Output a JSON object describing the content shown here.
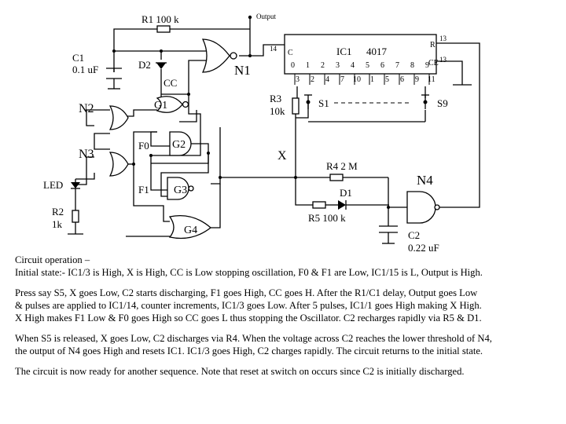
{
  "labels": {
    "r1": "R1 100 k",
    "output": "Output",
    "c1_name": "C1",
    "c1_value": "0.1 uF",
    "d2": "D2",
    "cc": "CC",
    "n1": "N1",
    "ic1": "IC1",
    "ic_part": "4017",
    "pin_c": "C",
    "pin_r": "R",
    "pin_ce": "CE",
    "pin14": "14",
    "pin13a": "13",
    "pin13b": "13",
    "n2": "N2",
    "n3": "N3",
    "g1": "G1",
    "g2": "G2",
    "g3": "G3",
    "g4": "G4",
    "f0": "F0",
    "f1": "F1",
    "led": "LED",
    "r2_name": "R2",
    "r2_value": "1k",
    "r3_name": "R3",
    "r3_value": "10k",
    "s1": "S1",
    "s9": "S9",
    "x": "X",
    "r4": "R4  2 M",
    "d1": "D1",
    "n4": "N4",
    "r5": "R5  100 k",
    "c2_name": "C2",
    "c2_value": "0.22 uF"
  },
  "outputs_top": [
    "0",
    "1",
    "2",
    "3",
    "4",
    "5",
    "6",
    "7",
    "8",
    "9"
  ],
  "pins_bottom": [
    "3",
    "2",
    "4",
    "7",
    "10",
    "1",
    "5",
    "6",
    "9",
    "11"
  ],
  "notes": {
    "heading": "Circuit operation –",
    "initial": "Initial state:-     IC1/3 is High, X is High, CC is Low stopping oscillation, F0 & F1 are Low, IC1/15 is L, Output is High.",
    "p1_l1": "Press say S5, X goes Low, C2 starts discharging, F1 goes High, CC goes H.  After the R1/C1 delay, Output goes Low",
    "p1_l2": "& pulses are  applied to IC1/14, counter increments, IC1/3 goes Low.  After 5 pulses, IC1/1 goes High making X High.",
    "p1_l3": "X High makes F1 Low & F0 goes High so CC goes L thus stopping the Oscillator.  C2 recharges rapidly via R5 & D1.",
    "p2_l1": "When S5 is released, X goes Low, C2 discharges via R4.  When the voltage across C2 reaches the lower threshold of N4,",
    "p2_l2": "the output of N4 goes High and resets IC1.    IC1/3 goes High, C2 charges rapidly.  The circuit returns to the initial state.",
    "p3": "The circuit is now ready for another sequence.  Note that reset at switch on occurs since C2 is initially discharged."
  }
}
